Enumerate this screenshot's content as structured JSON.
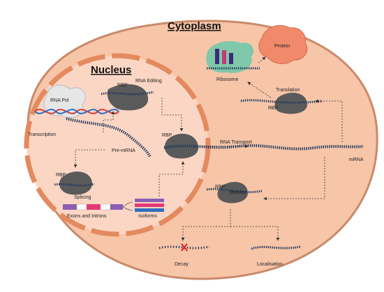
{
  "titles": {
    "cytoplasm": "Cytoplasm",
    "nucleus": "Nucleus"
  },
  "labels": {
    "rna_pol": "RNA Pol",
    "transcription": "Transcription",
    "pre_mrna": "Pre-mRNA",
    "rbp": "RBP",
    "rna_editing": "RNA Editing",
    "splicing": "Splicing",
    "exons_introns": "Exons and Introns",
    "isoforms": "Isoforms",
    "rna_transport": "RNA Transport",
    "mrna": "mRNA",
    "protein": "Protein",
    "ribosome": "Ribosome",
    "translation": "Translation",
    "stability": "Stability",
    "decay": "Decay",
    "localisation": "Localisation"
  },
  "colors": {
    "cell_fill": "#f7c5a8",
    "cell_stroke": "#c98a6a",
    "nucleus_fill": "#fbd6c4",
    "envelope": "#e38a5e",
    "rbp": "#5a5a5a",
    "rna": "#243a5e",
    "protein": "#f08a6a",
    "ribosome": "#7fc8a9",
    "decay_mark": "#e02020",
    "arrow": "#333333"
  }
}
